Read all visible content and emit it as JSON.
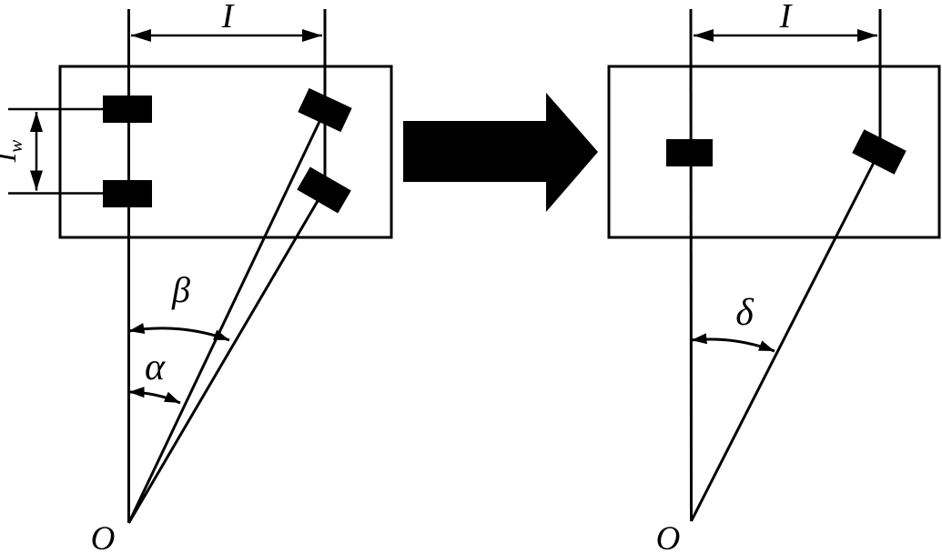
{
  "figure": {
    "background_color": "#ffffff",
    "ink_color": "#000000"
  },
  "left_diagram": {
    "wheelbase_label": "I",
    "track_label_base": "I",
    "track_label_sub": "w",
    "outer_steer_angle_label": "α",
    "inner_steer_angle_label": "β",
    "turn_center_label": "O"
  },
  "right_diagram": {
    "wheelbase_label": "I",
    "steer_angle_label": "δ",
    "turn_center_label": "O"
  }
}
